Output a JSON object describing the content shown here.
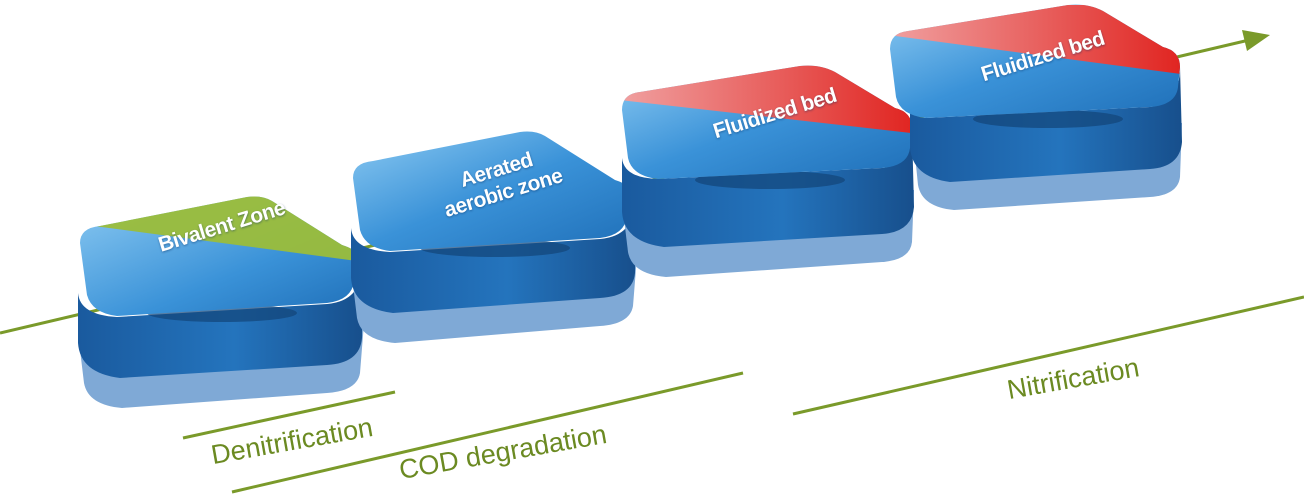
{
  "modules": [
    {
      "label": "Bivalent Zone",
      "accent_color": "#9bbd3a"
    },
    {
      "label": "Aerated\naerobic zone",
      "accent_color": null
    },
    {
      "label": "Fluidized bed",
      "accent_color": "#e0332b"
    },
    {
      "label": "Fluidized bed",
      "accent_color": "#e0332b"
    }
  ],
  "phases": [
    {
      "label": "Denitrification"
    },
    {
      "label": "COD degradation"
    },
    {
      "label": "Nitrification"
    }
  ],
  "colors": {
    "flow_line": "#7a9a2a",
    "module_body": "#1f66ad",
    "module_top": "#3a92d8",
    "module_top_light": "#8ccaf2",
    "module_base": "#7fa9d6"
  }
}
